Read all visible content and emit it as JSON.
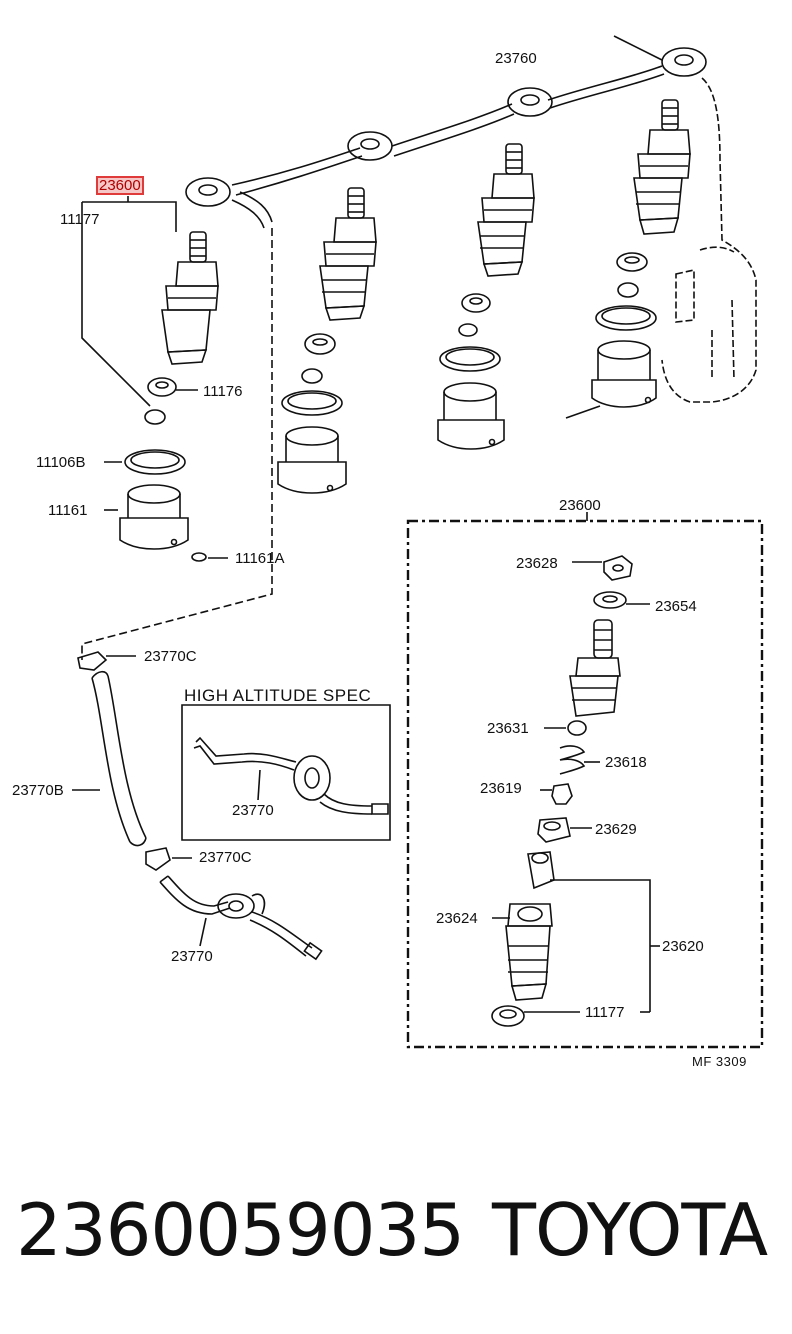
{
  "labels": {
    "part_23760": "23760",
    "part_23600_top": "23600",
    "part_11177_top": "11177",
    "part_11176": "11176",
    "part_11106B": "11106B",
    "part_11161": "11161",
    "part_11161A": "11161A",
    "part_23770C_top": "23770C",
    "part_23770B": "23770B",
    "part_23770C_bottom": "23770C",
    "part_23770_bottom": "23770",
    "part_23770_spec": "23770",
    "part_23600_box": "23600",
    "part_23628": "23628",
    "part_23654": "23654",
    "part_23631": "23631",
    "part_23618": "23618",
    "part_23619": "23619",
    "part_23629": "23629",
    "part_23624": "23624",
    "part_23620": "23620",
    "part_11177_box": "11177"
  },
  "spec_box_title": "HIGH ALTITUDE SPEC",
  "figure_code": "MF 3309",
  "footer": {
    "part_number": "2360059035",
    "brand": "TOYOTA"
  },
  "colors": {
    "highlight_border": "#e03b3b",
    "highlight_fill": "#f6c7c7",
    "ink": "#111111"
  }
}
